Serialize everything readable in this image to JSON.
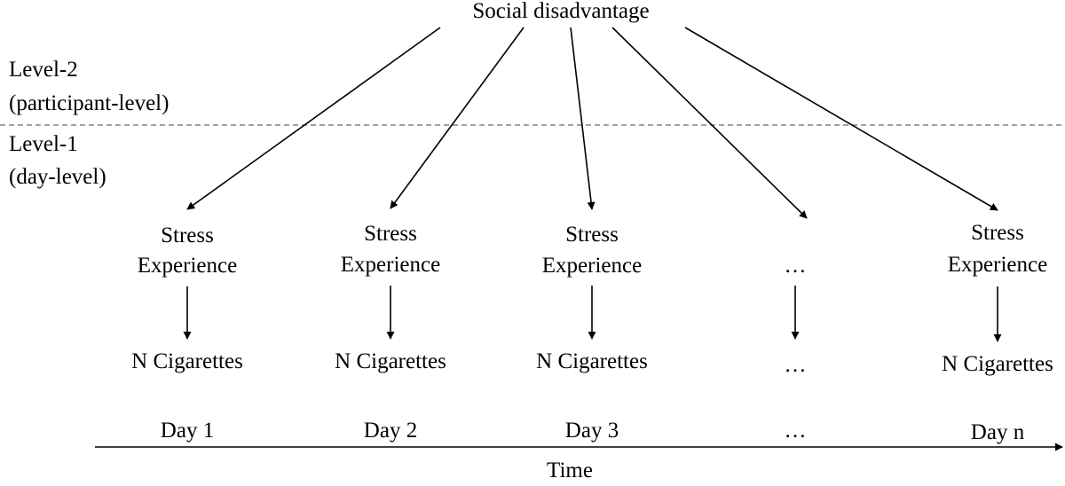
{
  "top_node": "Social disadvantage",
  "level2": {
    "name": "Level-2",
    "detail": "(participant-level)"
  },
  "level1": {
    "name": "Level-1",
    "detail": "(day-level)"
  },
  "columns": [
    {
      "stress_line1": "Stress",
      "stress_line2": "Experience",
      "outcome": "N Cigarettes",
      "day": "Day 1"
    },
    {
      "stress_line1": "Stress",
      "stress_line2": "Experience",
      "outcome": "N Cigarettes",
      "day": "Day 2"
    },
    {
      "stress_line1": "Stress",
      "stress_line2": "Experience",
      "outcome": "N Cigarettes",
      "day": "Day 3"
    },
    {
      "ellipsis_mid": "…",
      "outcome": "…",
      "day": "…"
    },
    {
      "stress_line1": "Stress",
      "stress_line2": "Experience",
      "outcome": "N Cigarettes",
      "day": "Day n"
    }
  ],
  "time_axis": "Time",
  "colors": {
    "line": "#000000",
    "divider": "#5a6b80"
  }
}
